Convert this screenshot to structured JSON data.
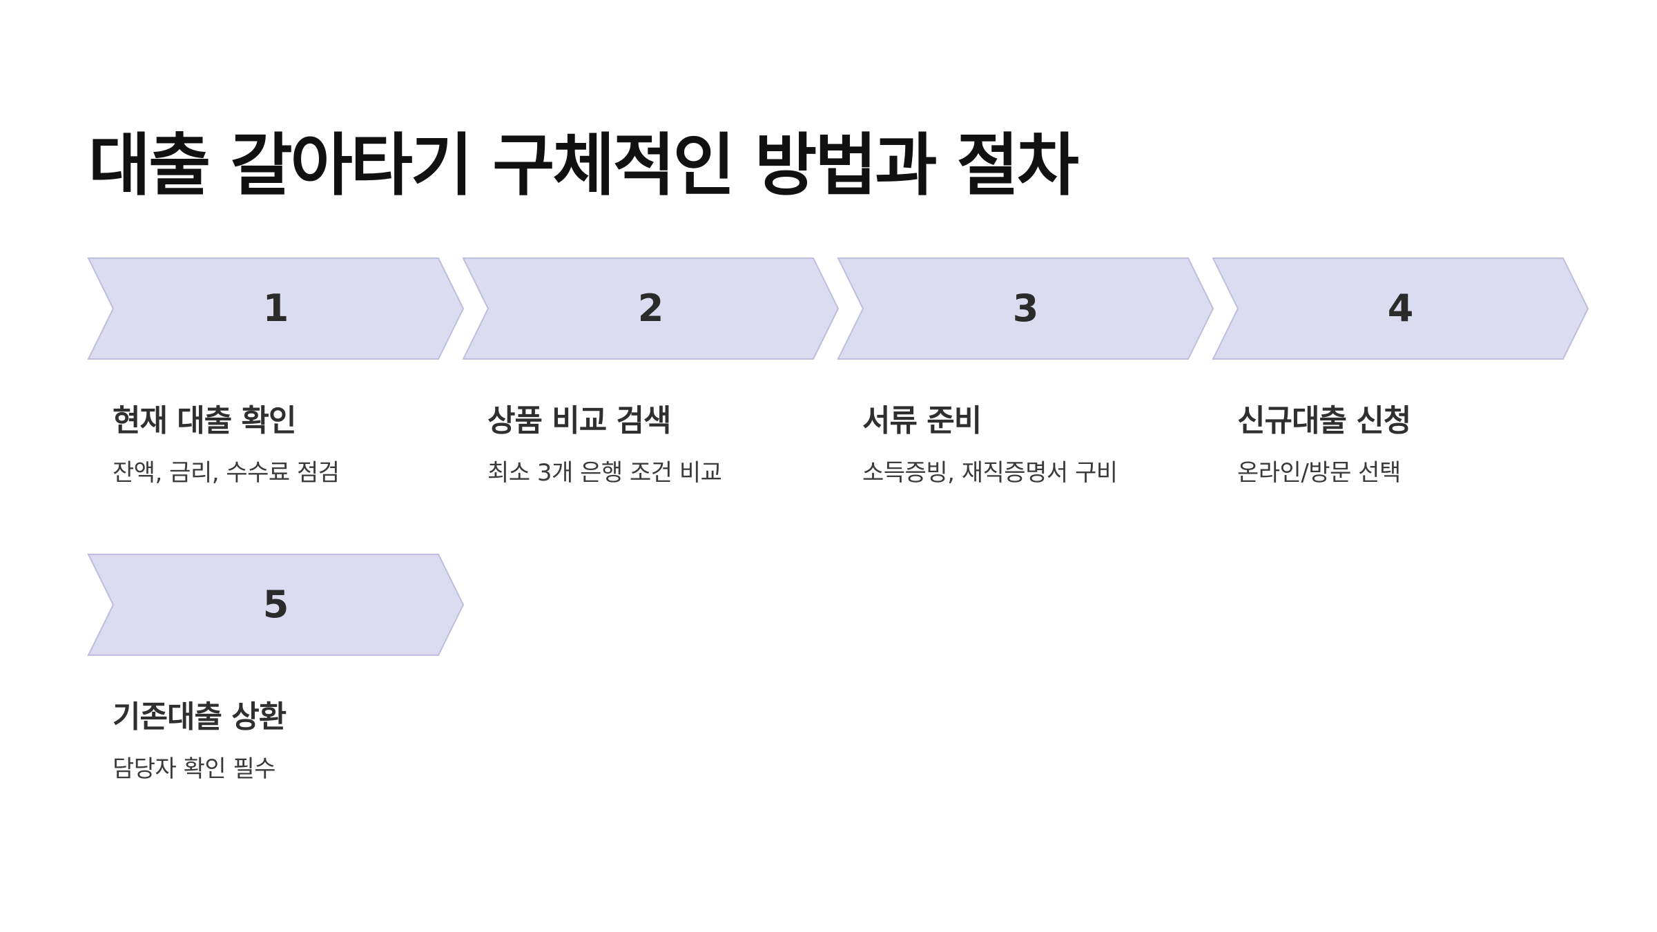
{
  "title": "대출 갈아타기 구체적인 방법과 절차",
  "colors": {
    "chevron_fill": "#DCDCF0",
    "chevron_stroke": "#BDBDDF",
    "title_text": "#111111",
    "body_text": "#3A3A3A"
  },
  "steps": [
    {
      "number": "1",
      "title": "현재 대출 확인",
      "description": "잔액, 금리, 수수료 점검"
    },
    {
      "number": "2",
      "title": "상품 비교 검색",
      "description": "최소 3개 은행 조건 비교"
    },
    {
      "number": "3",
      "title": "서류 준비",
      "description": "소득증빙, 재직증명서 구비"
    },
    {
      "number": "4",
      "title": "신규대출 신청",
      "description": "온라인/방문 선택"
    },
    {
      "number": "5",
      "title": "기존대출 상환",
      "description": "담당자 확인 필수"
    }
  ]
}
